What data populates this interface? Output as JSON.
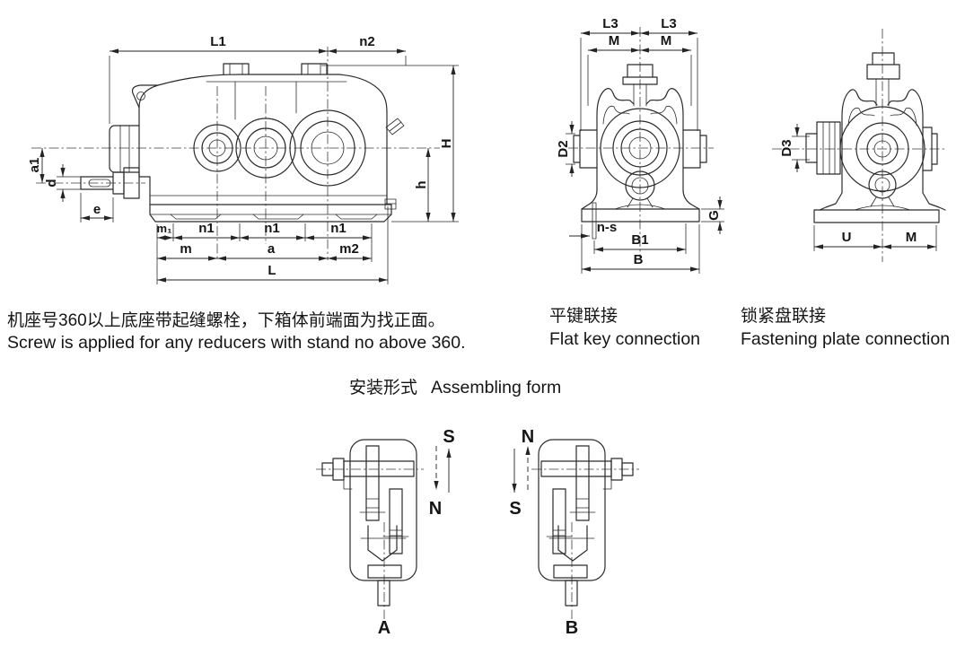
{
  "sheet": {
    "background": "#ffffff",
    "line_color": "#2b2b2b",
    "text_color": "#151515"
  },
  "side_view": {
    "dim_labels": {
      "L1": "L1",
      "n2": "n2",
      "H": "H",
      "h": "h",
      "a1": "a1",
      "d": "d",
      "e": "e",
      "m1": "m₁",
      "n1": "n1",
      "m": "m",
      "a": "a",
      "m2": "m2",
      "L": "L"
    }
  },
  "flat_key_view": {
    "dim_labels": {
      "L3": "L3",
      "M": "M",
      "D2": "D2",
      "G": "G",
      "n_s": "n-s",
      "B1": "B1",
      "B": "B"
    },
    "caption_zh": "平键联接",
    "caption_en": "Flat key connection"
  },
  "fastening_view": {
    "dim_labels": {
      "D3": "D3",
      "U": "U",
      "M": "M"
    },
    "caption_zh": "锁紧盘联接",
    "caption_en": "Fastening plate connection"
  },
  "notes": {
    "zh": "机座号360以上底座带起缝螺栓，下箱体前端面为找正面。",
    "en": "Screw is applied for any reducers with stand no above 360."
  },
  "assembling": {
    "heading_zh": "安装形式",
    "heading_en": "Assembling form",
    "form_a": {
      "label": "A",
      "top_label": "S",
      "bottom_label": "N"
    },
    "form_b": {
      "label": "B",
      "top_label": "N",
      "bottom_label": "S"
    }
  }
}
